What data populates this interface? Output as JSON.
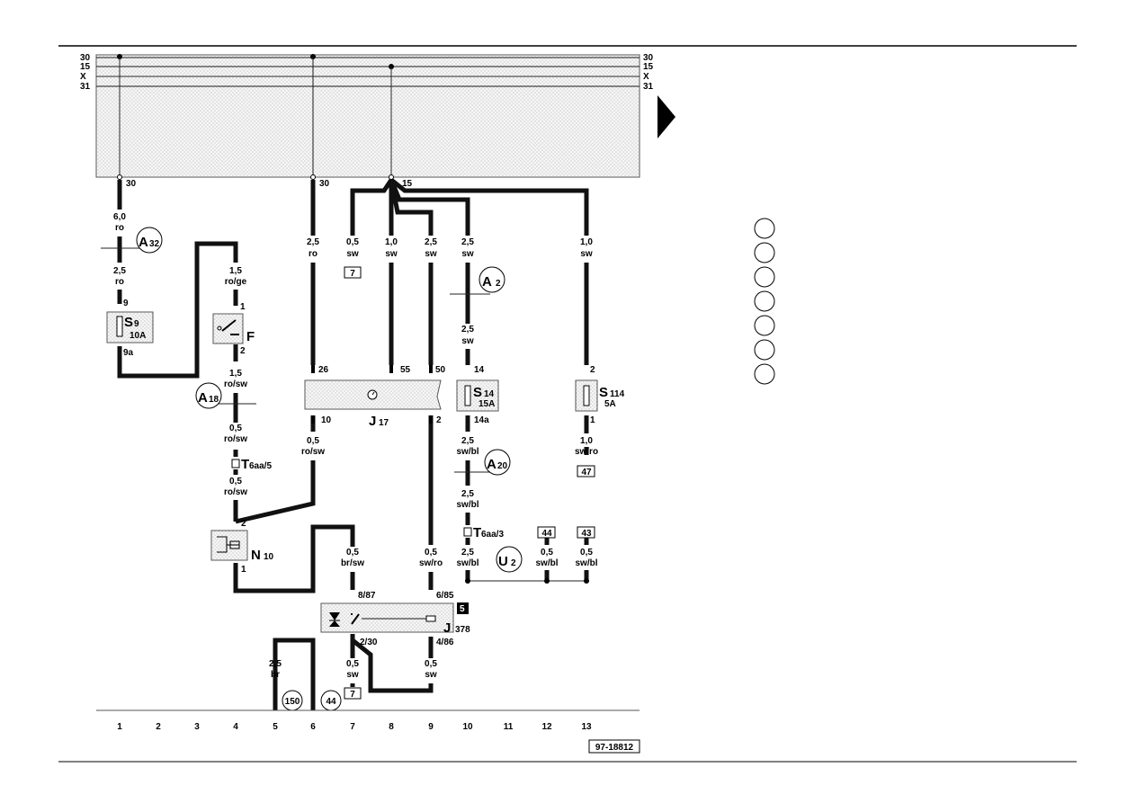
{
  "bus_rails": {
    "left": [
      "30",
      "15",
      "X",
      "31"
    ],
    "right": [
      "30",
      "15",
      "X",
      "31"
    ]
  },
  "relay_terminals": {
    "r1": "30",
    "r6": "30",
    "r8": "15",
    "s9_in": "9",
    "s9_out": "9a",
    "f_top": "1",
    "f_bot": "2",
    "j17_26": "26",
    "j17_55": "55",
    "j17_50": "50",
    "j17_10": "10",
    "j17_2": "2",
    "s14_in": "14",
    "s14_out": "14a",
    "s114_in": "2",
    "s114_out": "1",
    "n10_top": "2",
    "n10_bot": "1",
    "j378_87": "8/87",
    "j378_85": "6/85",
    "j378_30": "2/30",
    "j378_86": "4/86"
  },
  "wires": {
    "w1a": [
      "6,0",
      "ro"
    ],
    "w1b": [
      "2,5",
      "ro"
    ],
    "w4a": [
      "1,5",
      "ro/ge"
    ],
    "w4b": [
      "1,5",
      "ro/sw"
    ],
    "w4c": [
      "0,5",
      "ro/sw"
    ],
    "w4d": [
      "0,5",
      "ro/sw"
    ],
    "w6a": [
      "2,5",
      "ro"
    ],
    "w6b": [
      "0,5",
      "ro/sw"
    ],
    "w7a": [
      "0,5",
      "sw"
    ],
    "w8a": [
      "1,0",
      "sw"
    ],
    "w9a": [
      "2,5",
      "sw"
    ],
    "w10a": [
      "2,5",
      "sw"
    ],
    "w10b": [
      "2,5",
      "sw"
    ],
    "w10c": [
      "2,5",
      "sw/bl"
    ],
    "w10d": [
      "2,5",
      "sw/bl"
    ],
    "w10e": [
      "2,5",
      "sw/bl"
    ],
    "w12": [
      "0,5",
      "sw/bl"
    ],
    "w13": [
      "0,5",
      "sw/bl"
    ],
    "w13a": [
      "1,0",
      "sw"
    ],
    "w13b": [
      "1,0",
      "sw/ro"
    ],
    "w7b": [
      "0,5",
      "br/sw"
    ],
    "w9b": [
      "0,5",
      "sw/ro"
    ],
    "w7c": [
      "0,5",
      "sw"
    ],
    "w9c": [
      "0,5",
      "sw"
    ],
    "w5": [
      "2,5",
      "br"
    ]
  },
  "components": {
    "s9": {
      "main": "S",
      "sub": "9",
      "rating": "10A"
    },
    "s14": {
      "main": "S",
      "sub": "14",
      "rating": "15A"
    },
    "s114": {
      "main": "S",
      "sub": "114",
      "rating": "5A"
    },
    "f": "F",
    "j17": {
      "main": "J",
      "sub": "17"
    },
    "n10": {
      "main": "N",
      "sub": "10"
    },
    "j378": {
      "main": "J",
      "sub": "378"
    },
    "t6a5": {
      "main": "T",
      "sub": "6aa/5"
    },
    "t6a3": {
      "main": "T",
      "sub": "6aa/3"
    }
  },
  "connectors": {
    "a32": {
      "main": "A",
      "sub": "32"
    },
    "a18": {
      "main": "A",
      "sub": "18"
    },
    "a2": {
      "main": "A",
      "sub": "2"
    },
    "a20": {
      "main": "A",
      "sub": "20"
    },
    "u2": {
      "main": "U",
      "sub": "2"
    },
    "g150": "150",
    "g44": "44"
  },
  "refs": {
    "r7top": "7",
    "r47": "47",
    "r44": "44",
    "r43": "43",
    "r7bot": "7",
    "relay_pos": "5"
  },
  "track_numbers": [
    "1",
    "2",
    "3",
    "4",
    "5",
    "6",
    "7",
    "8",
    "9",
    "10",
    "11",
    "12",
    "13"
  ],
  "figure_id": "97-18812"
}
